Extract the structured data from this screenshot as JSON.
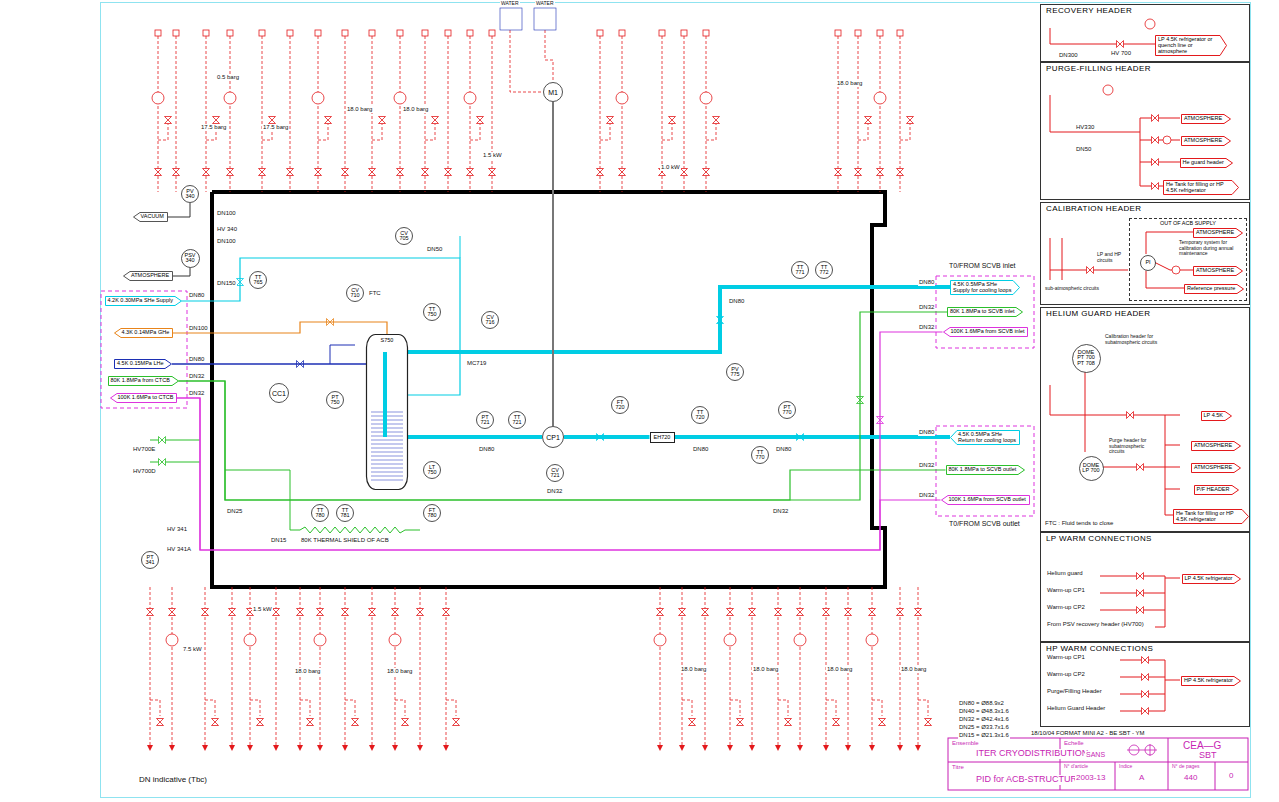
{
  "diagram": {
    "nodes": [
      {
        "text": [
          "VACUUM"
        ]
      },
      {
        "text": [
          "ATMOSPHERE"
        ]
      },
      {
        "text": [
          "4.2K 0.30MPa SHe Supply"
        ]
      },
      {
        "text": [
          "4.3K 0.14MPa GHe"
        ]
      },
      {
        "text": [
          "4.5K 0.15MPa LHe"
        ]
      },
      {
        "text": [
          "80K 1.8MPa from CTCB"
        ]
      },
      {
        "text": [
          "100K 1.6MPa to CTCB"
        ]
      },
      {
        "text": [
          "PV 340"
        ]
      },
      {
        "text": [
          "PSV 340"
        ]
      },
      {
        "text": [
          "S750"
        ]
      },
      {
        "text": [
          "CP1"
        ]
      },
      {
        "text": [
          "M1"
        ]
      },
      {
        "text": [
          "CC1"
        ]
      },
      {
        "text": [
          "EH720"
        ]
      },
      {
        "text": [
          "CV 705"
        ]
      },
      {
        "text": [
          "CV 710"
        ]
      },
      {
        "text": [
          "CV 716"
        ]
      },
      {
        "text": [
          "CV 721"
        ]
      },
      {
        "text": [
          "TT 750"
        ]
      },
      {
        "text": [
          "LT 750"
        ]
      },
      {
        "text": [
          "PT 750"
        ]
      },
      {
        "text": [
          "TT 721"
        ]
      },
      {
        "text": [
          "PT 721"
        ]
      },
      {
        "text": [
          "FT 720"
        ]
      },
      {
        "text": [
          "TT 720"
        ]
      },
      {
        "text": [
          "PT 770"
        ]
      },
      {
        "text": [
          "TT 770"
        ]
      },
      {
        "text": [
          "TT 771"
        ]
      },
      {
        "text": [
          "TT 772"
        ]
      },
      {
        "text": [
          "PV 775"
        ]
      },
      {
        "text": [
          "TT 765"
        ]
      },
      {
        "text": [
          "TT 780"
        ]
      },
      {
        "text": [
          "TT 781"
        ]
      },
      {
        "text": [
          "FT 780"
        ]
      },
      {
        "text": [
          "PT 341"
        ]
      },
      {
        "text": [
          "4.5K 0.5MPa SHe Supply for cooling loops"
        ]
      },
      {
        "text": [
          "80K 1.8MPa to SCVB inlet"
        ]
      },
      {
        "text": [
          "100K 1.6MPa from SCVB inlet"
        ]
      },
      {
        "text": [
          "4.5K 0.5MPa SHe Return for cooling loops"
        ]
      },
      {
        "text": [
          "80K 1.8MPa to SCVB outlet"
        ]
      },
      {
        "text": [
          "100K 1.6MPa from SCVB outlet"
        ]
      },
      {
        "text": [
          "RECOVERY HEADER"
        ]
      },
      {
        "text": [
          "LP 4.5K refrigerator or quench line or atmosphere"
        ],
        "in": 41
      },
      {
        "text": [
          "PURGE-FILLING HEADER"
        ]
      },
      {
        "text": [
          "ATMOSPHERE"
        ],
        "in": 43
      },
      {
        "text": [
          "ATMOSPHERE"
        ],
        "in": 43
      },
      {
        "text": [
          "He guard header"
        ],
        "in": 43
      },
      {
        "text": [
          "He Tank for filling or HP 4.5K refrigerator"
        ],
        "in": 43
      },
      {
        "text": [
          "CALIBRATION HEADER"
        ]
      },
      {
        "text": [
          "OUT OF ACB SUPPLY"
        ],
        "in": 48
      },
      {
        "text": [
          "ATMOSPHERE"
        ],
        "in": 49
      },
      {
        "text": [
          "ATMOSPHERE"
        ],
        "in": 49
      },
      {
        "text": [
          "Reference pressure"
        ],
        "in": 49
      },
      {
        "text": [
          "PI"
        ],
        "in": 49
      },
      {
        "text": [
          "HELIUM GUARD HEADER"
        ]
      },
      {
        "text": [
          "DOME PT 700 PT 708"
        ],
        "in": 54
      },
      {
        "text": [
          "DOME LP 700"
        ],
        "in": 54
      },
      {
        "text": [
          "LP 4.5K"
        ],
        "in": 54
      },
      {
        "text": [
          "ATMOSPHERE"
        ],
        "in": 54
      },
      {
        "text": [
          "ATMOSPHERE"
        ],
        "in": 54
      },
      {
        "text": [
          "P/F HEADER"
        ],
        "in": 54
      },
      {
        "text": [
          "He Tank for filling or HP 4.5K refrigerator"
        ],
        "in": 54
      },
      {
        "text": [
          "LP WARM CONNECTIONS"
        ]
      },
      {
        "text": [
          "LP 4.5K refrigerator"
        ],
        "in": 62
      },
      {
        "text": [
          "HP WARM CONNECTIONS"
        ]
      },
      {
        "text": [
          "HP 4.5K refrigerator"
        ],
        "in": 64
      }
    ],
    "edges": [
      {
        "from": 2,
        "to": 9,
        "arrow": "none"
      },
      {
        "from": 9,
        "to": 3,
        "arrow": "none"
      },
      {
        "from": 4,
        "to": 9,
        "arrow": "none"
      },
      {
        "from": 9,
        "to": 35,
        "arrow": "none"
      },
      {
        "from": 38,
        "to": 13,
        "arrow": "none"
      },
      {
        "from": 13,
        "to": 10,
        "arrow": "none"
      },
      {
        "from": 10,
        "to": 9,
        "arrow": "none"
      },
      {
        "from": 11,
        "to": 10,
        "arrow": "none"
      },
      {
        "from": 5,
        "to": 36,
        "arrow": "none"
      },
      {
        "from": 5,
        "to": 39,
        "arrow": "none"
      },
      {
        "from": 37,
        "to": 6,
        "arrow": "none"
      },
      {
        "from": 40,
        "to": 6,
        "arrow": "none"
      },
      {
        "from": 7,
        "to": 0,
        "arrow": "none"
      },
      {
        "from": 8,
        "to": 1,
        "arrow": "none"
      },
      {
        "from": 53,
        "to": 52,
        "arrow": "none"
      }
    ],
    "labels": [
      "DN100",
      "HV 340",
      "DN100",
      "DN150",
      "DN80",
      "DN100",
      "DN80",
      "DN32",
      "DN32",
      "DN80",
      "DN32",
      "DN32",
      "DN80",
      "DN32",
      "DN32",
      "T0/FROM SCVB inlet",
      "T0/FROM SCVB outlet",
      "80K THERMAL SHIELD OF ACB",
      "DN15",
      "DN50",
      "FTC",
      "DN80",
      "MC719",
      "DN80",
      "DN80",
      "DN80",
      "DN32",
      "DN32",
      "DN25",
      "HV 341",
      "HV 341A",
      "HV700E",
      "HV700D",
      "DN indicative (Tbc)",
      "DN80 = Ø88.9x2",
      "DN40 = Ø48.3x1.6",
      "DN32 = Ø42.4x1.6",
      "DN25 = Ø33.7x1.6",
      "DN15 = Ø21.3x1.6",
      "18/10/04 FORMAT MINI A2 - BE SBT - YM",
      "Ensemble",
      "ITER CRYODISTRIBUTION",
      "Titre",
      "PID for ACB-STRUCTURE",
      "Echelle",
      "SANS",
      "CEA—G",
      "SBT",
      "N° d'article",
      "2003-13",
      "Indice",
      "A",
      "N° de pages",
      "440",
      "0",
      "DN300",
      "HV 700",
      "HV330",
      "DN50",
      "sub-atmospheric circuits",
      "LP and HP circuits",
      "Temporary system for calibration during annual maintenance",
      "Calibration header for subatmospheric circuits",
      "Purge header for subatmospheric circuits",
      "FTC : Fluid tends to close",
      "Helium guard",
      "Warm-up CP1",
      "Warm-up CP2",
      "From PSV recovery header (HV700)",
      "Warm-up CP1",
      "Warm-up CP2",
      "Purge/Filling Header",
      "Helium Guard Header",
      "0.5 barg",
      "17.5 barg",
      "17.5 barg",
      "18.0 barg",
      "18.0 barg",
      "18.0 barg",
      "1.5 kW",
      "1.0 kW",
      "WATER",
      "WATER",
      "1.5 kW",
      "7.5 kW",
      "18.0 barg",
      "18.0 barg",
      "18.0 barg",
      "18.0 barg",
      "18.0 barg",
      "18.0 barg"
    ]
  }
}
